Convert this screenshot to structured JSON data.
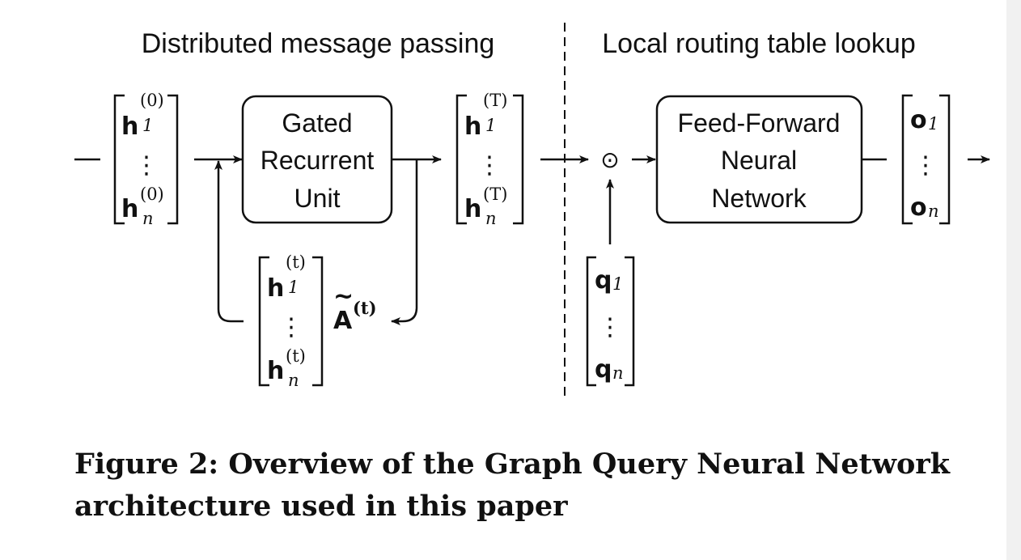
{
  "titles": {
    "left": "Distributed message passing",
    "right": "Local routing table lookup"
  },
  "gru_box": {
    "line1": "Gated",
    "line2": "Recurrent",
    "line3": "Unit"
  },
  "ffnn_box": {
    "line1": "Feed-Forward",
    "line2": "Neural",
    "line3": "Network"
  },
  "vectors": {
    "h0": {
      "var": "h",
      "top_sub": "1",
      "bottom_sub": "n",
      "sup": "(0)",
      "dots": "⋮"
    },
    "hT": {
      "var": "h",
      "top_sub": "1",
      "bottom_sub": "n",
      "sup": "(T)",
      "dots": "⋮"
    },
    "ht": {
      "var": "h",
      "top_sub": "1",
      "bottom_sub": "n",
      "sup": "(t)",
      "dots": "⋮"
    },
    "q": {
      "var": "q",
      "top_sub": "1",
      "bottom_sub": "n",
      "dots": "⋮"
    },
    "o": {
      "var": "o",
      "top_sub": "1",
      "bottom_sub": "n",
      "dots": "⋮"
    }
  },
  "adjacency": {
    "symbol": "A",
    "tilde": "~",
    "sup": "(t)"
  },
  "operator": "⊙",
  "caption": "Figure 2: Overview of the Graph Query Neural Network architecture used in this paper"
}
